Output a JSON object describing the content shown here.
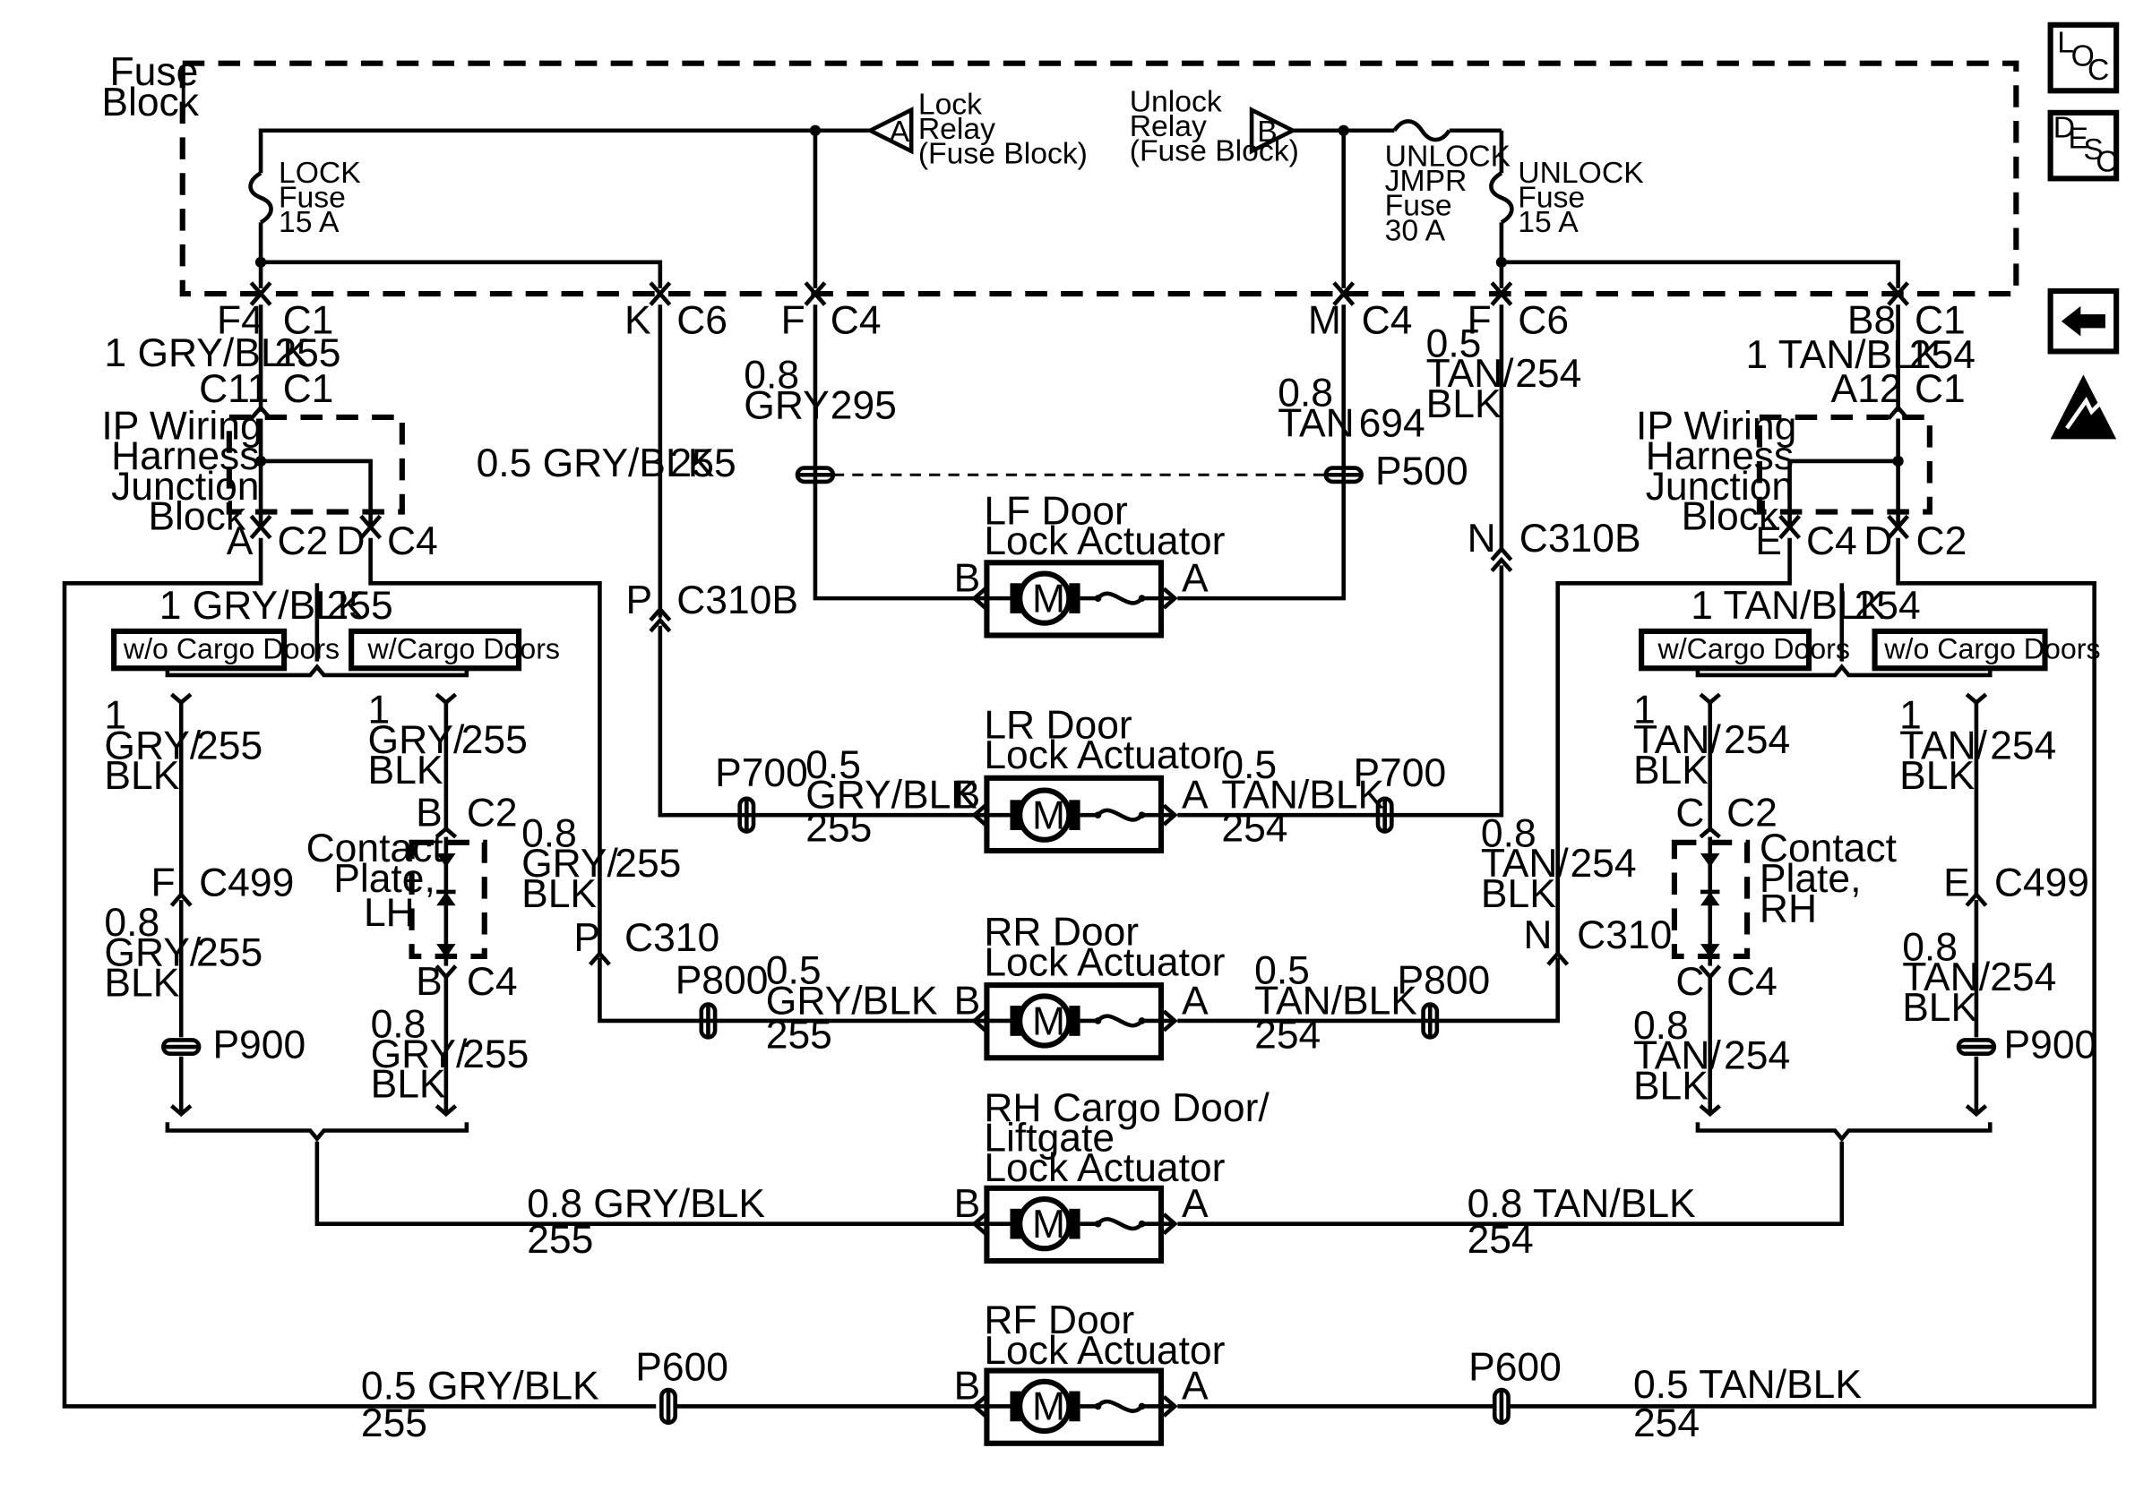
{
  "fuse_block": {
    "title_line1": "Fuse",
    "title_line2": "Block",
    "lock_fuse": [
      "LOCK",
      "Fuse",
      "15 A"
    ],
    "unlock_fuse": [
      "UNLOCK",
      "Fuse",
      "15 A"
    ],
    "jmpr_fuse": [
      "UNLOCK",
      "JMPR",
      "Fuse",
      "30 A"
    ],
    "lock_relay": [
      "Lock",
      "Relay",
      "(Fuse Block)"
    ],
    "unlock_relay": [
      "Unlock",
      "Relay",
      "(Fuse Block)"
    ],
    "relay_a_letter": "A",
    "relay_b_letter": "B"
  },
  "side_icons": {
    "loc": [
      "L",
      "O",
      "C"
    ],
    "desc": [
      "D",
      "E",
      "S",
      "C"
    ]
  },
  "connectors": {
    "f4": "F4",
    "c1": "C1",
    "c11": "C11",
    "k": "K",
    "c6": "C6",
    "f": "F",
    "c4": "C4",
    "m": "M",
    "b8": "B8",
    "a12": "A12",
    "a": "A",
    "c2": "C2",
    "d": "D",
    "e": "E",
    "n": "N",
    "p": "P",
    "c310b": "C310B",
    "c310": "C310",
    "c499": "C499",
    "b": "B",
    "c": "C",
    "p500": "P500",
    "p600": "P600",
    "p700": "P700",
    "p800": "P800",
    "p900": "P900"
  },
  "wires": {
    "gry_blk_1": "1 GRY/BLK",
    "tan_blk_1": "1 TAN/BLK",
    "n255": "255",
    "n254": "254",
    "n295": "295",
    "n694": "694",
    "gry_blk_05": "0.5 GRY/BLK",
    "gry_blk_08": "0.8 GRY/BLK",
    "tan_blk_08": "0.8 TAN/BLK",
    "tan_blk_05": "0.5 TAN/BLK",
    "g08": "0.8",
    "g05": "0.5",
    "g1": "1",
    "gry": "GRY",
    "tan": "TAN",
    "gry_slash": "GRY/",
    "tan_slash": "TAN/",
    "blk": "BLK",
    "gry_blk": "GRY/BLK",
    "tan_blk": "TAN/BLK"
  },
  "blocks": {
    "ip_junction": [
      "IP Wiring",
      "Harness",
      "Junction",
      "Block"
    ],
    "contact_lh": [
      "Contact",
      "Plate,",
      "LH"
    ],
    "contact_rh": [
      "Contact",
      "Plate,",
      "RH"
    ],
    "wo_cargo": "w/o Cargo Doors",
    "w_cargo": "w/Cargo Doors"
  },
  "actuators": {
    "lf": [
      "LF Door",
      "Lock Actuator"
    ],
    "lr": [
      "LR Door",
      "Lock Actuator"
    ],
    "rr": [
      "RR Door",
      "Lock Actuator"
    ],
    "cargo": [
      "RH Cargo Door/",
      "Liftgate",
      "Lock Actuator"
    ],
    "rf": [
      "RF Door",
      "Lock Actuator"
    ],
    "motor_letter": "M"
  }
}
